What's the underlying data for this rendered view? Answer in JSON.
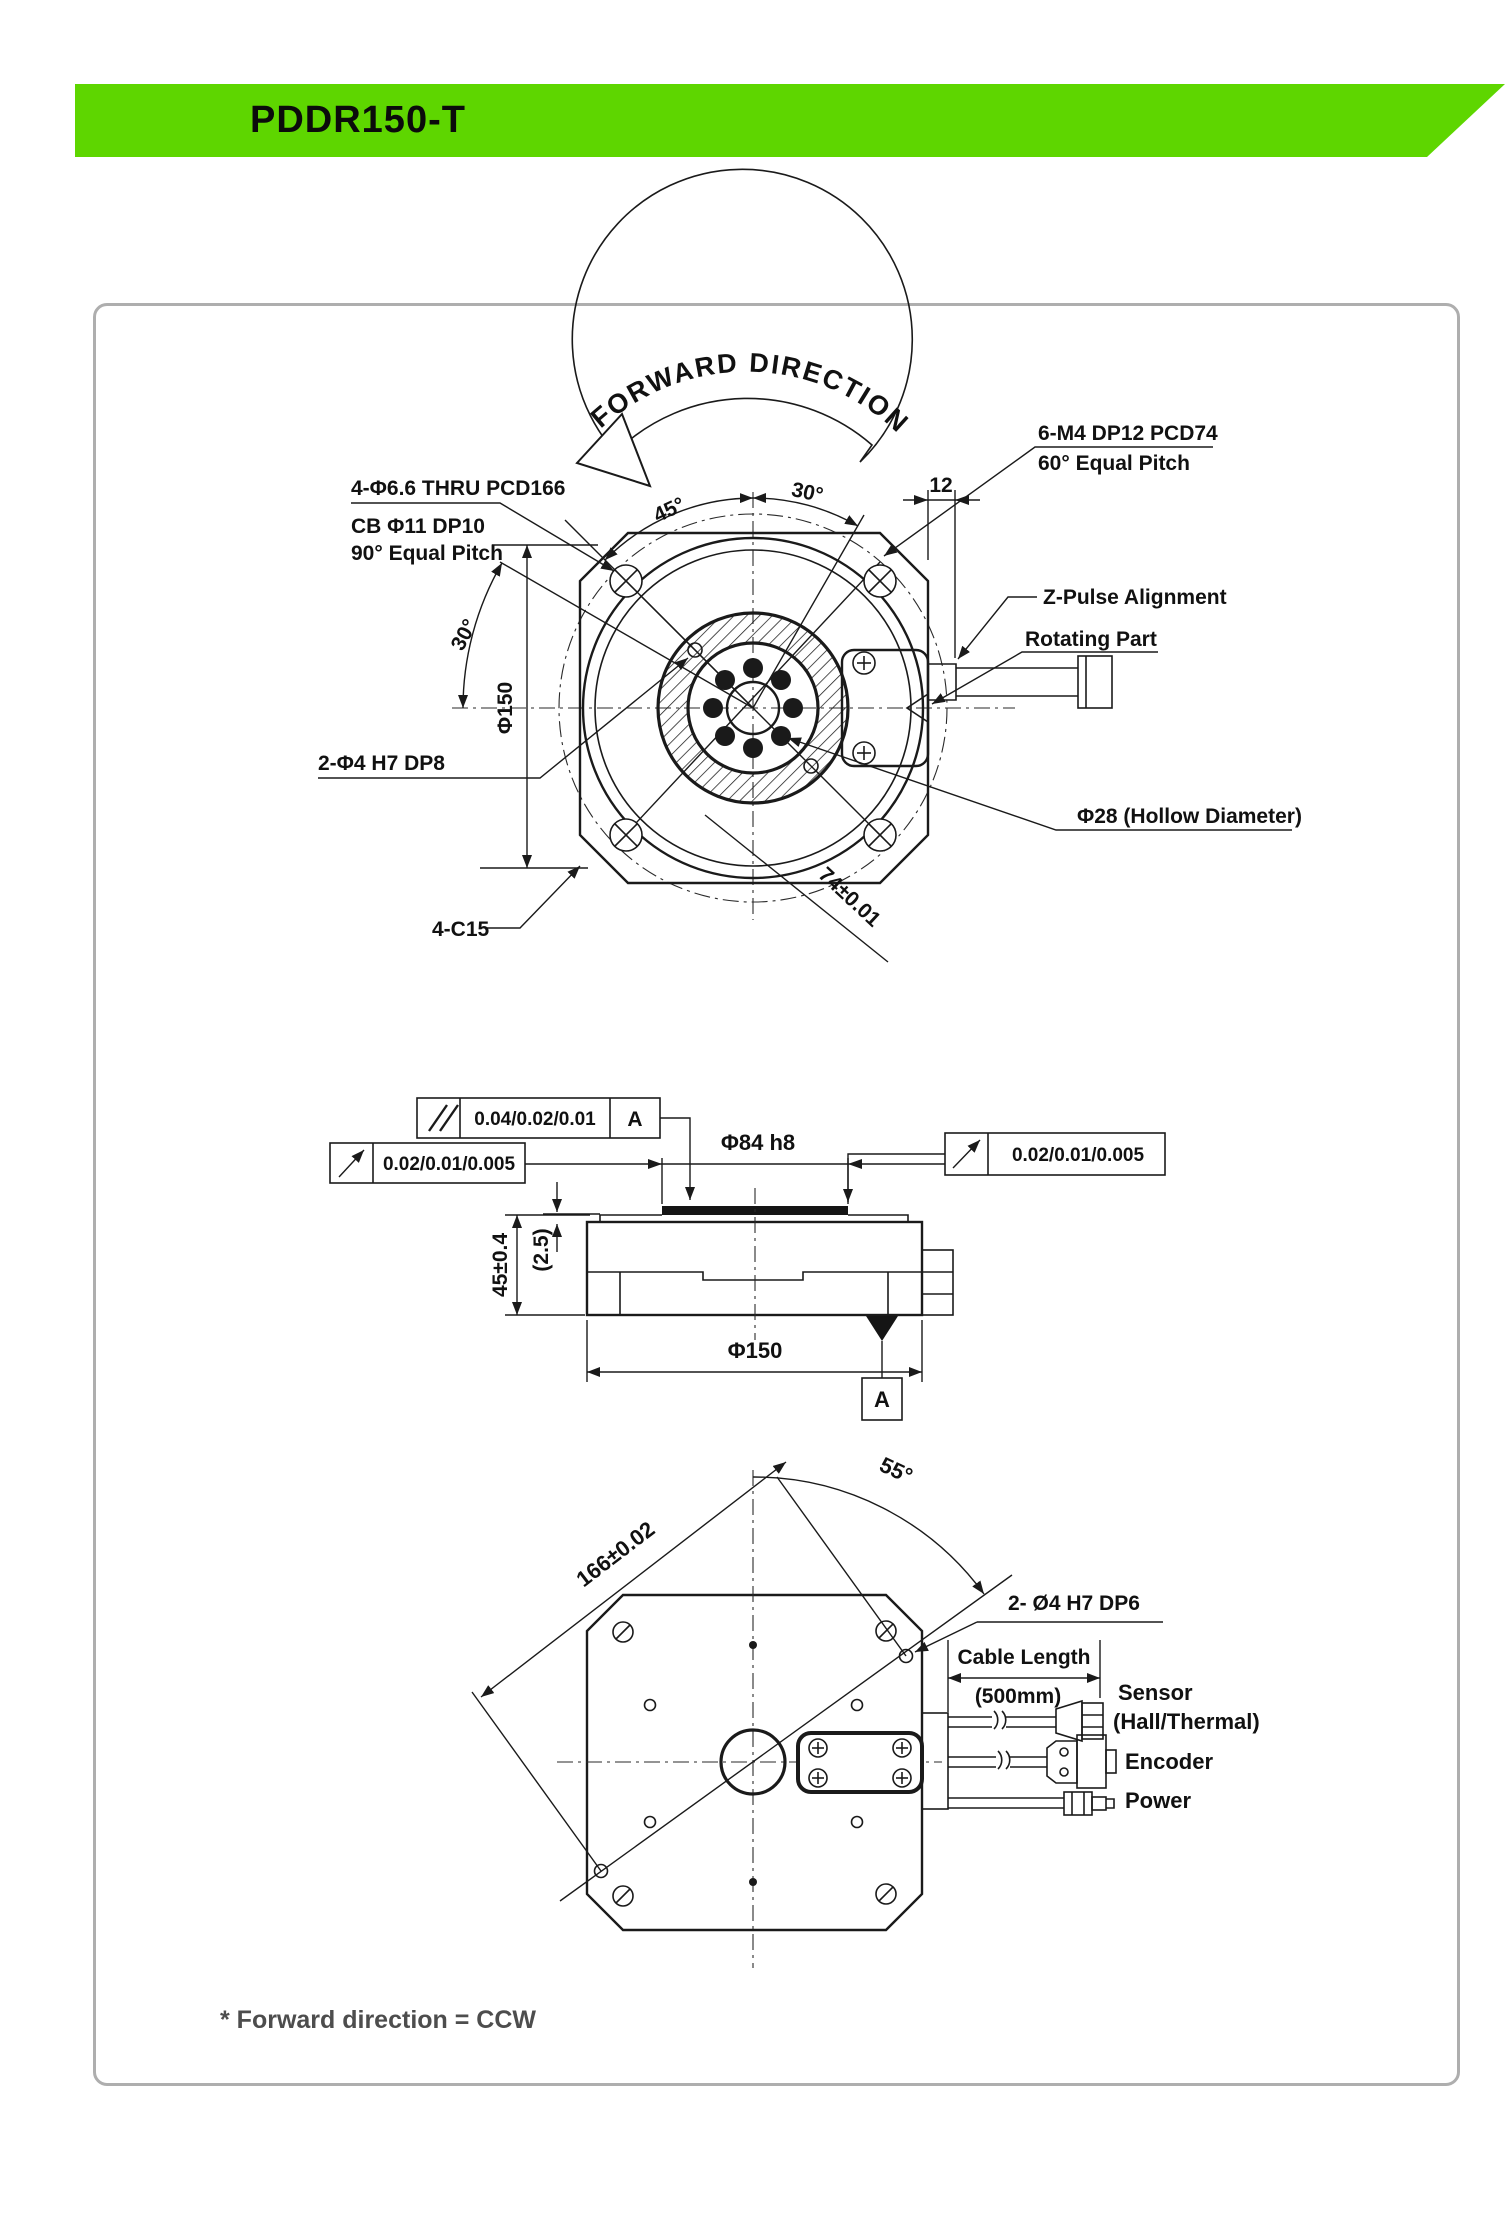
{
  "header": {
    "title": "PDDR150-T"
  },
  "colors": {
    "banner_green": "#5ed600",
    "line_dark": "#1a1a1a",
    "frame_gray": "#aeaeae",
    "note_gray": "#4d4d4d"
  },
  "top_view": {
    "forward_direction": "FORWARD DIRECTION",
    "thru_hole_line1": "4-Φ6.6 THRU PCD166",
    "thru_hole_line2": "CB Φ11 DP10",
    "thru_hole_line3": "90° Equal Pitch",
    "angle_45": "45°",
    "angle_30_top": "30°",
    "offset_12": "12",
    "tap_line1": "6-M4 DP12 PCD74",
    "tap_line2": "60° Equal Pitch",
    "z_pulse": "Z-Pulse Alignment",
    "rotating_part": "Rotating Part",
    "angle_30_left": "30°",
    "dia_150": "Φ150",
    "pin_label": "2-Φ4 H7 DP8",
    "hollow_label": "Φ28 (Hollow Diameter)",
    "chamfer_label": "4-C15",
    "dim_74": "74±0.01"
  },
  "side_view": {
    "parallelism_value": "0.04/0.02/0.01",
    "parallelism_datum": "A",
    "runout_left": "0.02/0.01/0.005",
    "runout_right": "0.02/0.01/0.005",
    "dia_84": "Φ84 h8",
    "height_45": "45±0.4",
    "plate_25": "(2.5)",
    "dia_150": "Φ150",
    "datum_a": "A"
  },
  "bottom_view": {
    "angle_55": "55°",
    "dim_166": "166±0.02",
    "pin_label": "2- Ø4 H7 DP6",
    "cable_length": "Cable Length",
    "cable_value": "(500mm)",
    "label_sensor": "Sensor",
    "label_sensor_sub": "(Hall/Thermal)",
    "label_encoder": "Encoder",
    "label_power": "Power"
  },
  "footer": {
    "note": "* Forward direction = CCW"
  }
}
